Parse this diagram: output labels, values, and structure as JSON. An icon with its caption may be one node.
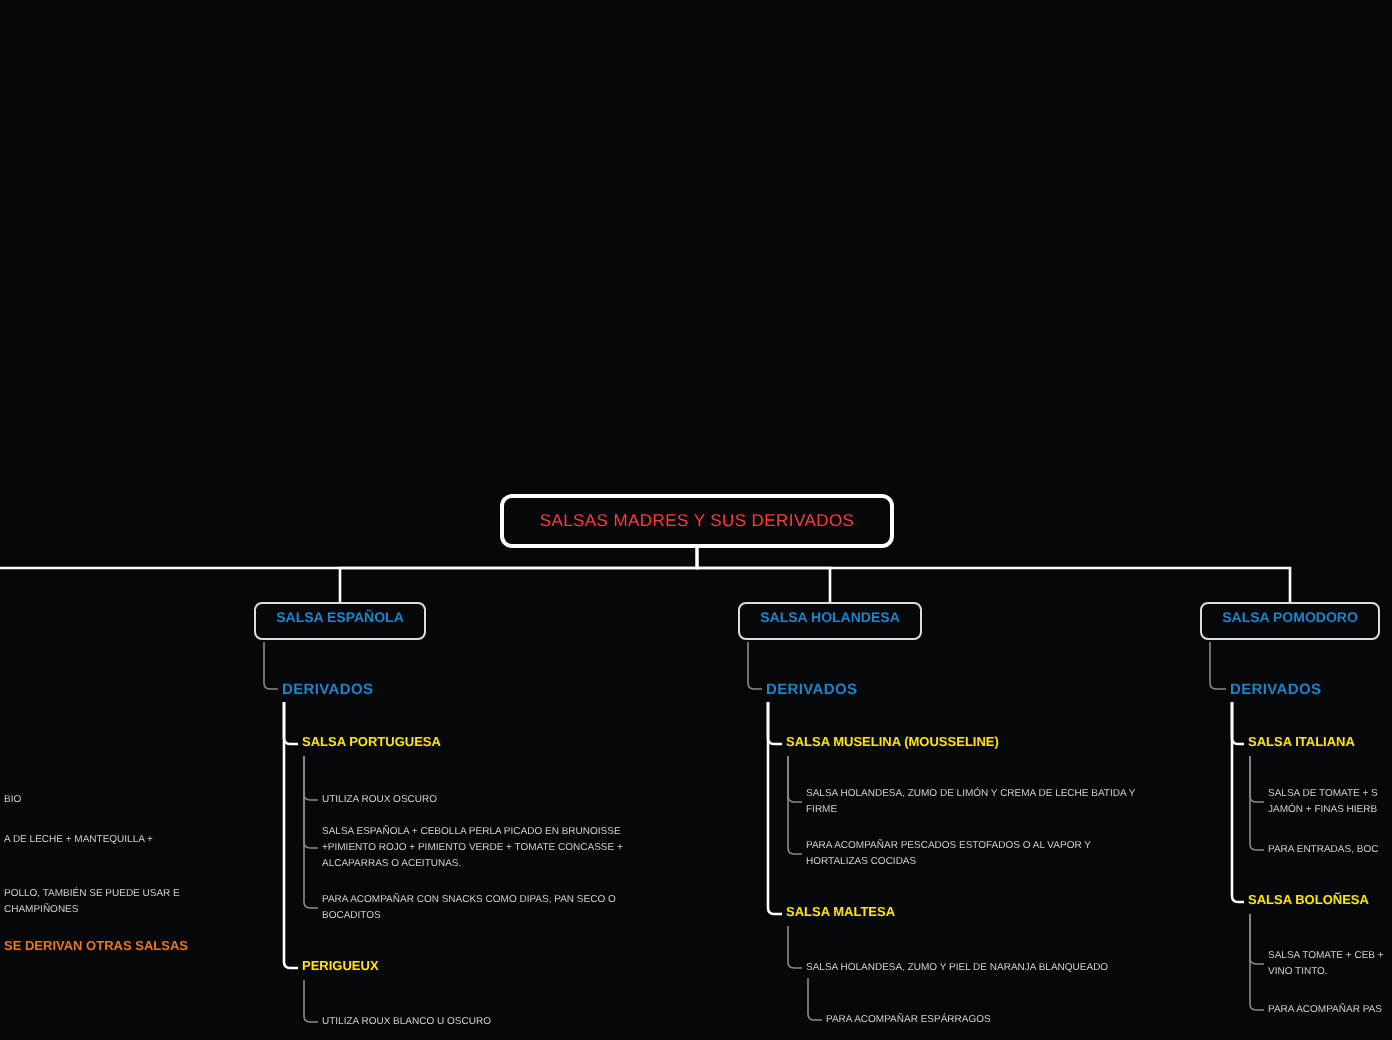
{
  "diagram": {
    "nodes": [
      {
        "text": [
          "SALSAS MADRES Y SUS DERIVADOS"
        ]
      },
      {
        "text": [
          "SALSA ESPAÑOLA"
        ]
      },
      {
        "text": [
          "DERIVADOS"
        ]
      },
      {
        "text": [
          "SALSA PORTUGUESA"
        ]
      },
      {
        "text": [
          "UTILIZA ROUX OSCURO"
        ]
      },
      {
        "text": [
          "SALSA ESPAÑOLA + CEBOLLA PERLA PICADO EN BRUNOISSE +PIMIENTO ROJO + PIMIENTO VERDE + TOMATE CONCASSE + ALCAPARRAS O ACEITUNAS."
        ]
      },
      {
        "text": [
          "PARA ACOMPAÑAR CON SNACKS COMO DIPAS, PAN SECO O BOCADITOS"
        ]
      },
      {
        "text": [
          "PERIGUEUX"
        ]
      },
      {
        "text": [
          "UTILIZA ROUX BLANCO U OSCURO"
        ]
      },
      {
        "text": [
          "SALSA HOLANDESA"
        ]
      },
      {
        "text": [
          "DERIVADOS"
        ]
      },
      {
        "text": [
          "SALSA MUSELINA (MOUSSELINE)"
        ]
      },
      {
        "text": [
          "SALSA HOLANDESA, ZUMO DE LIMÓN Y CREMA DE LECHE BATIDA Y FIRME"
        ]
      },
      {
        "text": [
          "PARA ACOMPAÑAR PESCADOS ESTOFADOS O AL VAPOR Y HORTALIZAS COCIDAS"
        ]
      },
      {
        "text": [
          "SALSA MALTESA"
        ]
      },
      {
        "text": [
          "SALSA HOLANDESA, ZUMO Y PIEL DE NARANJA BLANQUEADO"
        ]
      },
      {
        "text": [
          "PARA ACOMPAÑAR ESPÁRRAGOS"
        ]
      },
      {
        "text": [
          "SALSA POMODORO"
        ]
      },
      {
        "text": [
          "DERIVADOS"
        ]
      },
      {
        "text": [
          "SALSA ITALIANA"
        ]
      },
      {
        "text": [
          "SALSA DE TOMATE + S JAMÓN + FINAS HIERB"
        ]
      },
      {
        "text": [
          "PARA ENTRADAS, BOC"
        ]
      },
      {
        "text": [
          "SALSA BOLOÑESA"
        ]
      },
      {
        "text": [
          "SALSA TOMATE + CEB + VINO TINTO."
        ]
      },
      {
        "text": [
          "PARA ACOMPAÑAR PAS"
        ]
      },
      {
        "text": [
          "BIO"
        ]
      },
      {
        "text": [
          "A DE LECHE + MANTEQUILLA +"
        ]
      },
      {
        "text": [
          "POLLO, TAMBIÉN SE PUEDE USAR E CHAMPIÑONES"
        ]
      },
      {
        "text": [
          "SE DERIVAN OTRAS SALSAS"
        ]
      }
    ],
    "edges": [
      {
        "from": 0,
        "to": null,
        "arrow": "none",
        "color": "#ffffff"
      },
      {
        "from": 0,
        "to": 1,
        "arrow": "none",
        "color": "#ffffff"
      },
      {
        "from": 0,
        "to": 9,
        "arrow": "none",
        "color": "#ffffff"
      },
      {
        "from": 0,
        "to": 17,
        "arrow": "none",
        "color": "#ffffff"
      },
      {
        "from": 1,
        "to": 2,
        "arrow": "none"
      },
      {
        "from": 2,
        "to": 3,
        "arrow": "none",
        "color": "#ffffff"
      },
      {
        "from": 3,
        "to": 4,
        "arrow": "none"
      },
      {
        "from": 3,
        "to": 5,
        "arrow": "none"
      },
      {
        "from": 3,
        "to": 6,
        "arrow": "none"
      },
      {
        "from": 2,
        "to": 7,
        "arrow": "none",
        "color": "#ffffff"
      },
      {
        "from": 7,
        "to": 8,
        "arrow": "none"
      },
      {
        "from": 9,
        "to": 10,
        "arrow": "none"
      },
      {
        "from": 10,
        "to": 11,
        "arrow": "none",
        "color": "#ffffff"
      },
      {
        "from": 11,
        "to": 12,
        "arrow": "none"
      },
      {
        "from": 11,
        "to": 13,
        "arrow": "none"
      },
      {
        "from": 10,
        "to": 14,
        "arrow": "none",
        "color": "#ffffff"
      },
      {
        "from": 14,
        "to": 15,
        "arrow": "none"
      },
      {
        "from": 15,
        "to": 16,
        "arrow": "none"
      },
      {
        "from": 17,
        "to": 18,
        "arrow": "none"
      },
      {
        "from": 18,
        "to": 19,
        "arrow": "none",
        "color": "#ffffff"
      },
      {
        "from": 19,
        "to": 20,
        "arrow": "none"
      },
      {
        "from": 19,
        "to": 21,
        "arrow": "none"
      },
      {
        "from": 18,
        "to": 22,
        "arrow": "none",
        "color": "#ffffff"
      },
      {
        "from": 22,
        "to": 23,
        "arrow": "none"
      },
      {
        "from": 22,
        "to": 24,
        "arrow": "none"
      }
    ]
  }
}
